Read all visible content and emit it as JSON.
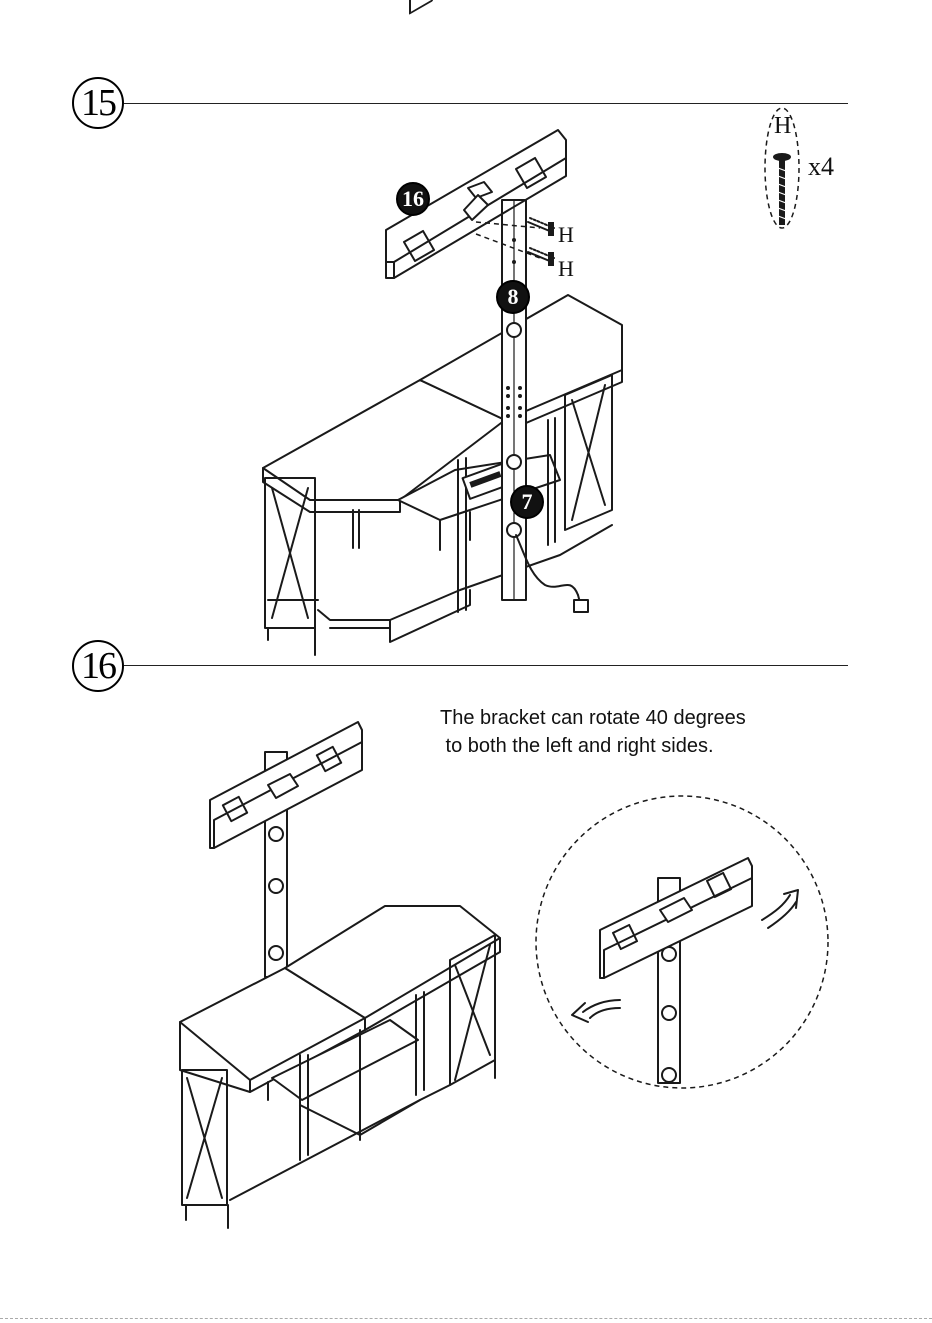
{
  "steps": [
    {
      "number": "15",
      "parts": {
        "hardware_label": "H",
        "hardware_qty": "x4",
        "screw_labels": [
          "H",
          "H"
        ],
        "badges": [
          "16",
          "8",
          "7"
        ]
      }
    },
    {
      "number": "16",
      "note": {
        "line1": "The bracket can rotate 40 degrees",
        "line2": " to both the left and right sides."
      }
    }
  ],
  "icons": {
    "screw": "screw-icon",
    "rotate_left": "curved-arrow-left-icon",
    "rotate_right": "curved-arrow-right-icon"
  },
  "colors": {
    "line": "#1a1a1a",
    "badge": "#111111",
    "paper": "#ffffff"
  }
}
